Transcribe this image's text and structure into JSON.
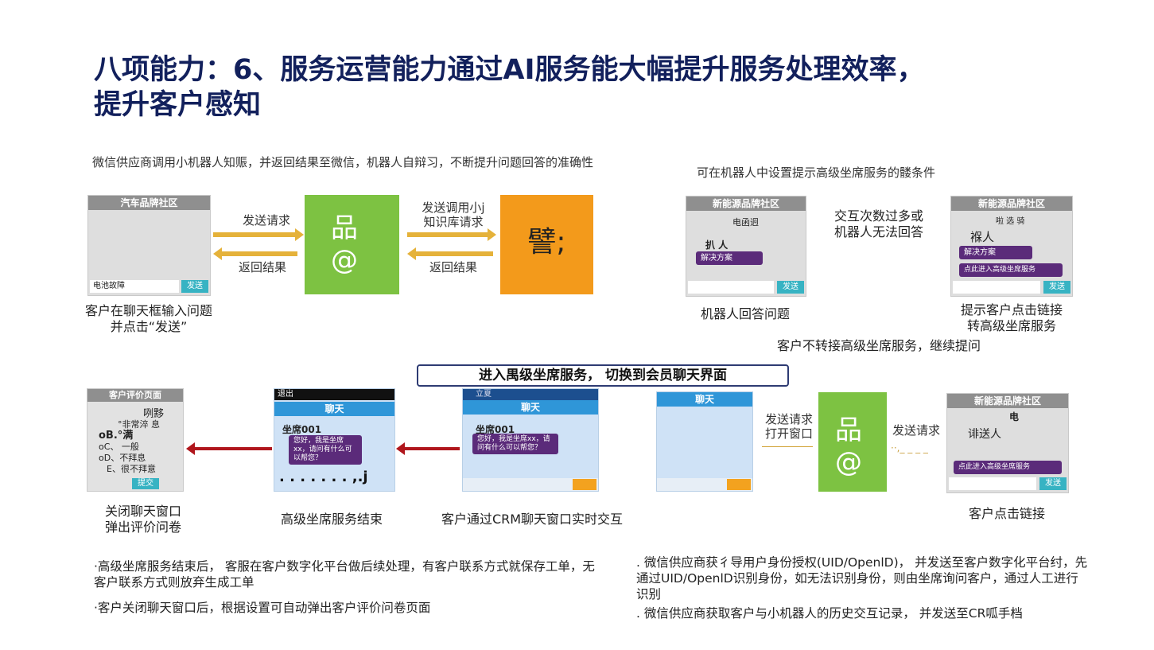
{
  "title_line1": "八项能力：6、服务运营能力通过AI服务能大幅提升服务处理效率，",
  "title_line2": "提升客户感知",
  "top_left": {
    "description": "微信供应商调用小机器人知赈，并返回结果至微信，机器人自辩习，不断提升问题回答的准确性",
    "phone_header": "汽车品牌社区",
    "phone_input": "电池故障",
    "phone_send": "发送",
    "arrow_send": "发送请求",
    "arrow_return": "返回结果",
    "green_glyph": "品\n@",
    "arrow_kb_request": "发送调用小j\n知识库请求",
    "arrow_kb_return": "返回结果",
    "orange_glyph": "譬;",
    "caption": "客户在聊天框输入问题并点击“发送”"
  },
  "top_right": {
    "description": "可在机器人中设置提示高级坐席服务的髅条件",
    "phone1_header": "新能源品牌社区",
    "phone1_line1": "电函迥",
    "phone1_line2": "扒 人",
    "phone1_bubble": "解决方案",
    "phone1_send": "发送",
    "condition": "交互次数过多或\n机器人无法回答",
    "phone2_header": "新能源品牌社区",
    "phone2_line1": "啦 选 骑",
    "phone2_line2": "褓人",
    "phone2_bubble1": "解决方案",
    "phone2_bubble2": "点此进入高级坐席服务",
    "phone2_send": "发送",
    "caption1": "机器人回答问题",
    "caption2": "提示客户点击链接\n转高级坐席服务",
    "continue_note": "客户不转接高级坐席服务，继续提问"
  },
  "banner": "进入禺级坐席服务，   切换到会员聊天界面",
  "bottom": {
    "survey_header": "客户评价页面",
    "survey_line0": "咧黟",
    "survey_opts": [
      "°非常淬 息",
      "oB.°满",
      "oC、 一般",
      "oD、不拜息",
      "E、很不拜意"
    ],
    "survey_submit": "提交",
    "survey_caption": "关闭聊天窗口\n弹出评价问卷",
    "agent_end_topbar": "退出",
    "agent_end_header": "聊天",
    "agent_end_name": "坐席001",
    "agent_end_bubble": "您好，我是坐席xx，请问有什么可以帮您？",
    "agent_end_dots": ". . . . . . . ,.j",
    "agent_end_caption": "高级坐席服务结束",
    "crm_topbar": "立夏",
    "crm_header": "聊天",
    "crm_name": "坐席001",
    "crm_bubble": "您好，我是坐席xx，请问有什么可以帮您？",
    "crm_caption": "客户通过CRM聊天窗口实时交互",
    "chat3_header": "聊天",
    "send_open": "发送请求\n打开窗口",
    "green_glyph": "品\n@",
    "send_request": "发送请求",
    "dash_text": "··,_ _ _ _",
    "phone_header": "新能源品牌社区",
    "phone_line1": "电",
    "phone_line2": "诽送人",
    "phone_bubble": "点此进入高级坐席服务",
    "phone_send": "发送",
    "phone_caption": "客户点击链接"
  },
  "notes_left": [
    "·高级坐席服务结束后， 客服在客户数字化平台做后续处理，有客户联系方式就保存工单，无客户联系方式则放弃生成工单",
    "·客户关闭聊天窗口后，根据设置可自动弹出客户评价问卷页面"
  ],
  "notes_right": [
    ". 微信供应商获彳导用户身份授权(UID/OpenlD)， 并发送至客户数字化平台纣，先通过UID/OpenlD识别身份，如无法识别身份，则由坐席询问客户，通过人工进行识别",
    ". 微信供应商获取客户与小机器人的历史交互记录， 并发送至CR呱手档"
  ],
  "colors": {
    "title": "#12205c",
    "green": "#7dc242",
    "orange": "#f39a1b",
    "arrow": "#e5b23a",
    "red_arrow": "#b0161c",
    "bubble": "#5b2b7a"
  }
}
